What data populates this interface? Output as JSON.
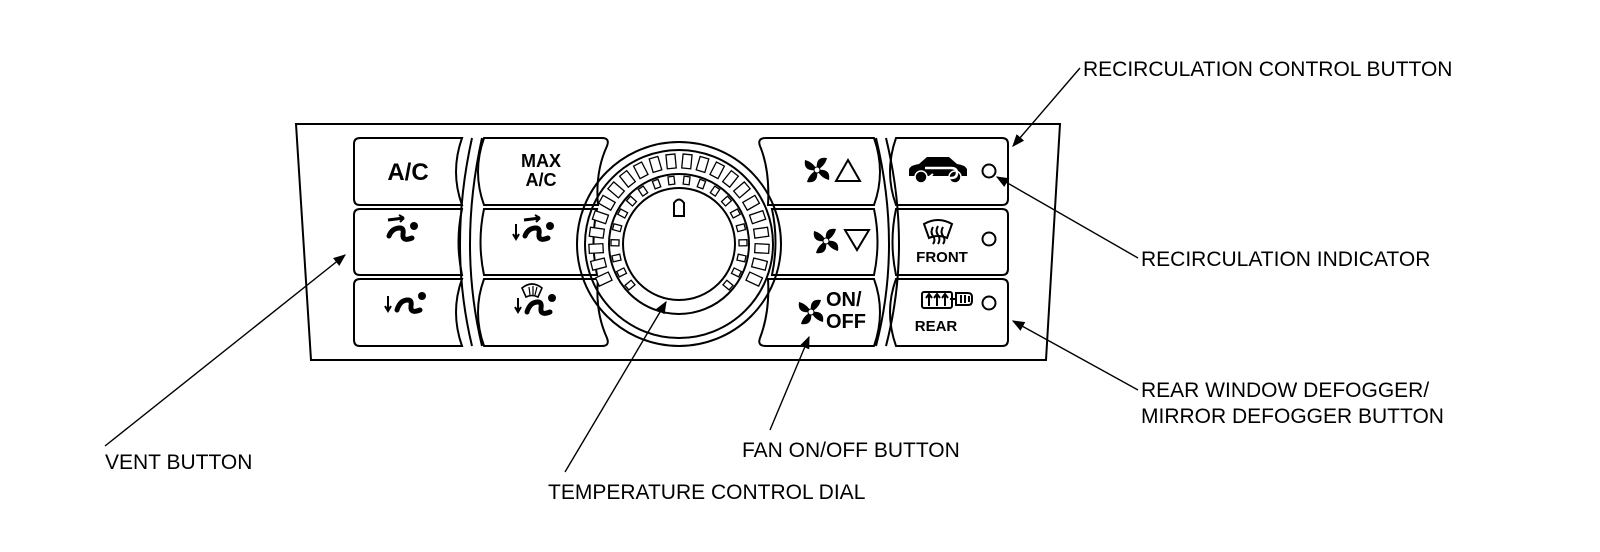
{
  "labels": {
    "recirculation_control_button": "RECIRCULATION CONTROL BUTTON",
    "recirculation_indicator": "RECIRCULATION INDICATOR",
    "rear_defogger_line1": "REAR WINDOW DEFOGGER/",
    "rear_defogger_line2": "MIRROR DEFOGGER BUTTON",
    "vent_button": "VENT BUTTON",
    "temperature_control_dial": "TEMPERATURE CONTROL DIAL",
    "fan_on_off_button": "FAN ON/OFF BUTTON"
  },
  "buttons": {
    "ac": "A/C",
    "max_line1": "MAX",
    "max_line2": "A/C",
    "on": "ON/",
    "off": "OFF",
    "front": "FRONT",
    "rear": "REAR"
  },
  "icons": {
    "vent": "vent-mode-icon",
    "bilevel": "bi-level-mode-icon",
    "floor": "floor-mode-icon",
    "floor_defrost": "floor-defrost-mode-icon",
    "fan": "fan-icon",
    "recirculation": "recirculation-car-icon",
    "front_defrost": "front-defrost-icon",
    "rear_defrost": "rear-defrost-icon",
    "mirror": "mirror-defrost-icon"
  }
}
